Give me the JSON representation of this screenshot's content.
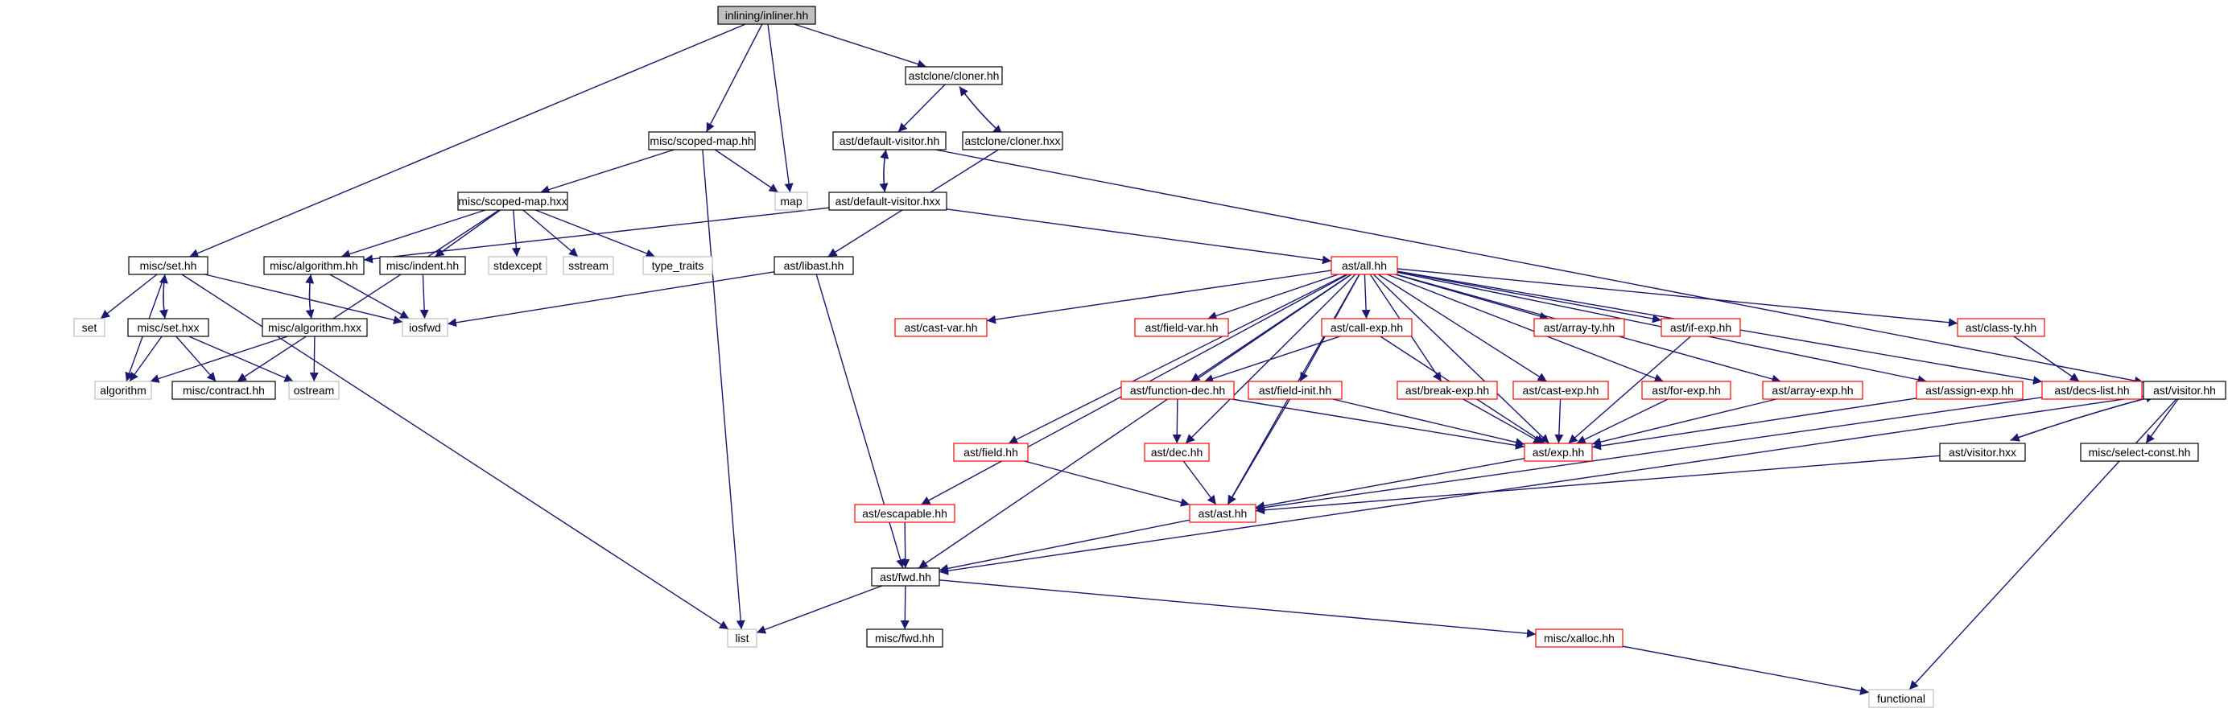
{
  "colors": {
    "edge": "#191970",
    "root_fill": "#bfbfbf",
    "root_stroke": "#000000",
    "normal_stroke": "#000000",
    "system_stroke": "#bfbfbf",
    "truncated_stroke": "#ff0000",
    "text": "#000000"
  },
  "nodes": {
    "inlining_inliner_hh": {
      "label": "inlining/inliner.hh",
      "kind": "root"
    },
    "astclone_cloner_hh": {
      "label": "astclone/cloner.hh",
      "kind": "normal"
    },
    "misc_scoped_map_hh": {
      "label": "misc/scoped-map.hh",
      "kind": "normal"
    },
    "ast_default_visitor_hh": {
      "label": "ast/default-visitor.hh",
      "kind": "normal"
    },
    "astclone_cloner_hxx": {
      "label": "astclone/cloner.hxx",
      "kind": "normal"
    },
    "map": {
      "label": "map",
      "kind": "system"
    },
    "misc_scoped_map_hxx": {
      "label": "misc/scoped-map.hxx",
      "kind": "normal"
    },
    "ast_default_visitor_hxx": {
      "label": "ast/default-visitor.hxx",
      "kind": "normal"
    },
    "misc_set_hh": {
      "label": "misc/set.hh",
      "kind": "normal"
    },
    "misc_algorithm_hh": {
      "label": "misc/algorithm.hh",
      "kind": "normal"
    },
    "misc_indent_hh": {
      "label": "misc/indent.hh",
      "kind": "normal"
    },
    "stdexcept": {
      "label": "stdexcept",
      "kind": "system"
    },
    "sstream": {
      "label": "sstream",
      "kind": "system"
    },
    "type_traits": {
      "label": "type_traits",
      "kind": "system"
    },
    "ast_libast_hh": {
      "label": "ast/libast.hh",
      "kind": "normal"
    },
    "ast_all_hh": {
      "label": "ast/all.hh",
      "kind": "truncated"
    },
    "set": {
      "label": "set",
      "kind": "system"
    },
    "misc_set_hxx": {
      "label": "misc/set.hxx",
      "kind": "normal"
    },
    "misc_algorithm_hxx": {
      "label": "misc/algorithm.hxx",
      "kind": "normal"
    },
    "iosfwd": {
      "label": "iosfwd",
      "kind": "system"
    },
    "algorithm": {
      "label": "algorithm",
      "kind": "system"
    },
    "misc_contract_hh": {
      "label": "misc/contract.hh",
      "kind": "normal"
    },
    "ostream": {
      "label": "ostream",
      "kind": "system"
    },
    "ast_cast_var_hh": {
      "label": "ast/cast-var.hh",
      "kind": "truncated"
    },
    "ast_field_var_hh": {
      "label": "ast/field-var.hh",
      "kind": "truncated"
    },
    "ast_call_exp_hh": {
      "label": "ast/call-exp.hh",
      "kind": "truncated"
    },
    "ast_array_ty_hh": {
      "label": "ast/array-ty.hh",
      "kind": "truncated"
    },
    "ast_if_exp_hh": {
      "label": "ast/if-exp.hh",
      "kind": "truncated"
    },
    "ast_class_ty_hh": {
      "label": "ast/class-ty.hh",
      "kind": "truncated"
    },
    "ast_function_dec_hh": {
      "label": "ast/function-dec.hh",
      "kind": "truncated"
    },
    "ast_field_init_hh": {
      "label": "ast/field-init.hh",
      "kind": "truncated"
    },
    "ast_break_exp_hh": {
      "label": "ast/break-exp.hh",
      "kind": "truncated"
    },
    "ast_cast_exp_hh": {
      "label": "ast/cast-exp.hh",
      "kind": "truncated"
    },
    "ast_for_exp_hh": {
      "label": "ast/for-exp.hh",
      "kind": "truncated"
    },
    "ast_array_exp_hh": {
      "label": "ast/array-exp.hh",
      "kind": "truncated"
    },
    "ast_assign_exp_hh": {
      "label": "ast/assign-exp.hh",
      "kind": "truncated"
    },
    "ast_decs_list_hh": {
      "label": "ast/decs-list.hh",
      "kind": "truncated"
    },
    "ast_visitor_hh": {
      "label": "ast/visitor.hh",
      "kind": "normal"
    },
    "ast_field_hh": {
      "label": "ast/field.hh",
      "kind": "truncated"
    },
    "ast_dec_hh": {
      "label": "ast/dec.hh",
      "kind": "truncated"
    },
    "ast_exp_hh": {
      "label": "ast/exp.hh",
      "kind": "truncated"
    },
    "ast_visitor_hxx": {
      "label": "ast/visitor.hxx",
      "kind": "normal"
    },
    "misc_select_const_hh": {
      "label": "misc/select-const.hh",
      "kind": "normal"
    },
    "ast_escapable_hh": {
      "label": "ast/escapable.hh",
      "kind": "truncated"
    },
    "ast_ast_hh": {
      "label": "ast/ast.hh",
      "kind": "truncated"
    },
    "ast_fwd_hh": {
      "label": "ast/fwd.hh",
      "kind": "normal"
    },
    "list": {
      "label": "list",
      "kind": "system"
    },
    "misc_fwd_hh": {
      "label": "misc/fwd.hh",
      "kind": "normal"
    },
    "misc_xalloc_hh": {
      "label": "misc/xalloc.hh",
      "kind": "truncated"
    },
    "functional": {
      "label": "functional",
      "kind": "system"
    }
  },
  "edges": [
    [
      "inlining_inliner_hh",
      "astclone_cloner_hh"
    ],
    [
      "inlining_inliner_hh",
      "misc_scoped_map_hh"
    ],
    [
      "inlining_inliner_hh",
      "map"
    ],
    [
      "inlining_inliner_hh",
      "misc_set_hh"
    ],
    [
      "astclone_cloner_hh",
      "ast_default_visitor_hh"
    ],
    [
      "astclone_cloner_hh",
      "astclone_cloner_hxx"
    ],
    [
      "astclone_cloner_hxx",
      "astclone_cloner_hh"
    ],
    [
      "astclone_cloner_hxx",
      "ast_libast_hh"
    ],
    [
      "misc_scoped_map_hh",
      "map"
    ],
    [
      "misc_scoped_map_hh",
      "misc_scoped_map_hxx"
    ],
    [
      "misc_scoped_map_hh",
      "list"
    ],
    [
      "ast_default_visitor_hh",
      "ast_default_visitor_hxx"
    ],
    [
      "ast_default_visitor_hh",
      "ast_visitor_hh"
    ],
    [
      "ast_default_visitor_hxx",
      "ast_default_visitor_hh"
    ],
    [
      "ast_default_visitor_hxx",
      "misc_algorithm_hh"
    ],
    [
      "ast_default_visitor_hxx",
      "ast_all_hh"
    ],
    [
      "misc_scoped_map_hxx",
      "misc_algorithm_hh"
    ],
    [
      "misc_scoped_map_hxx",
      "misc_indent_hh"
    ],
    [
      "misc_scoped_map_hxx",
      "stdexcept"
    ],
    [
      "misc_scoped_map_hxx",
      "sstream"
    ],
    [
      "misc_scoped_map_hxx",
      "type_traits"
    ],
    [
      "misc_scoped_map_hxx",
      "misc_contract_hh"
    ],
    [
      "misc_set_hh",
      "set"
    ],
    [
      "misc_set_hh",
      "misc_set_hxx"
    ],
    [
      "misc_set_hh",
      "algorithm"
    ],
    [
      "misc_set_hh",
      "iosfwd"
    ],
    [
      "misc_set_hh",
      "list"
    ],
    [
      "misc_set_hxx",
      "misc_set_hh"
    ],
    [
      "misc_set_hxx",
      "algorithm"
    ],
    [
      "misc_set_hxx",
      "misc_contract_hh"
    ],
    [
      "misc_set_hxx",
      "ostream"
    ],
    [
      "misc_algorithm_hh",
      "misc_algorithm_hxx"
    ],
    [
      "misc_algorithm_hh",
      "iosfwd"
    ],
    [
      "misc_algorithm_hxx",
      "misc_algorithm_hh"
    ],
    [
      "misc_algorithm_hxx",
      "algorithm"
    ],
    [
      "misc_algorithm_hxx",
      "ostream"
    ],
    [
      "misc_indent_hh",
      "iosfwd"
    ],
    [
      "ast_libast_hh",
      "iosfwd"
    ],
    [
      "ast_libast_hh",
      "ast_fwd_hh"
    ],
    [
      "ast_all_hh",
      "ast_cast_var_hh"
    ],
    [
      "ast_all_hh",
      "ast_field_var_hh"
    ],
    [
      "ast_all_hh",
      "ast_call_exp_hh"
    ],
    [
      "ast_all_hh",
      "ast_array_ty_hh"
    ],
    [
      "ast_all_hh",
      "ast_if_exp_hh"
    ],
    [
      "ast_all_hh",
      "ast_class_ty_hh"
    ],
    [
      "ast_all_hh",
      "ast_function_dec_hh"
    ],
    [
      "ast_all_hh",
      "ast_field_init_hh"
    ],
    [
      "ast_all_hh",
      "ast_break_exp_hh"
    ],
    [
      "ast_all_hh",
      "ast_cast_exp_hh"
    ],
    [
      "ast_all_hh",
      "ast_for_exp_hh"
    ],
    [
      "ast_all_hh",
      "ast_array_exp_hh"
    ],
    [
      "ast_all_hh",
      "ast_assign_exp_hh"
    ],
    [
      "ast_all_hh",
      "ast_decs_list_hh"
    ],
    [
      "ast_all_hh",
      "ast_field_hh"
    ],
    [
      "ast_all_hh",
      "ast_dec_hh"
    ],
    [
      "ast_all_hh",
      "ast_exp_hh"
    ],
    [
      "ast_all_hh",
      "ast_escapable_hh"
    ],
    [
      "ast_all_hh",
      "ast_ast_hh"
    ],
    [
      "ast_all_hh",
      "ast_fwd_hh"
    ],
    [
      "ast_call_exp_hh",
      "ast_function_dec_hh"
    ],
    [
      "ast_call_exp_hh",
      "ast_exp_hh"
    ],
    [
      "ast_if_exp_hh",
      "ast_exp_hh"
    ],
    [
      "ast_class_ty_hh",
      "ast_decs_list_hh"
    ],
    [
      "ast_function_dec_hh",
      "ast_dec_hh"
    ],
    [
      "ast_function_dec_hh",
      "ast_exp_hh"
    ],
    [
      "ast_field_init_hh",
      "ast_exp_hh"
    ],
    [
      "ast_field_init_hh",
      "ast_ast_hh"
    ],
    [
      "ast_break_exp_hh",
      "ast_exp_hh"
    ],
    [
      "ast_cast_exp_hh",
      "ast_exp_hh"
    ],
    [
      "ast_for_exp_hh",
      "ast_exp_hh"
    ],
    [
      "ast_array_exp_hh",
      "ast_exp_hh"
    ],
    [
      "ast_assign_exp_hh",
      "ast_exp_hh"
    ],
    [
      "ast_decs_list_hh",
      "ast_ast_hh"
    ],
    [
      "ast_visitor_hh",
      "ast_visitor_hxx"
    ],
    [
      "ast_visitor_hh",
      "misc_select_const_hh"
    ],
    [
      "ast_visitor_hh",
      "ast_fwd_hh"
    ],
    [
      "ast_visitor_hh",
      "functional"
    ],
    [
      "ast_visitor_hxx",
      "ast_visitor_hh"
    ],
    [
      "ast_visitor_hxx",
      "ast_ast_hh"
    ],
    [
      "ast_field_hh",
      "ast_ast_hh"
    ],
    [
      "ast_dec_hh",
      "ast_ast_hh"
    ],
    [
      "ast_exp_hh",
      "ast_ast_hh"
    ],
    [
      "ast_escapable_hh",
      "ast_fwd_hh"
    ],
    [
      "ast_ast_hh",
      "ast_fwd_hh"
    ],
    [
      "ast_fwd_hh",
      "list"
    ],
    [
      "ast_fwd_hh",
      "misc_fwd_hh"
    ],
    [
      "ast_fwd_hh",
      "misc_xalloc_hh"
    ],
    [
      "misc_xalloc_hh",
      "functional"
    ]
  ]
}
